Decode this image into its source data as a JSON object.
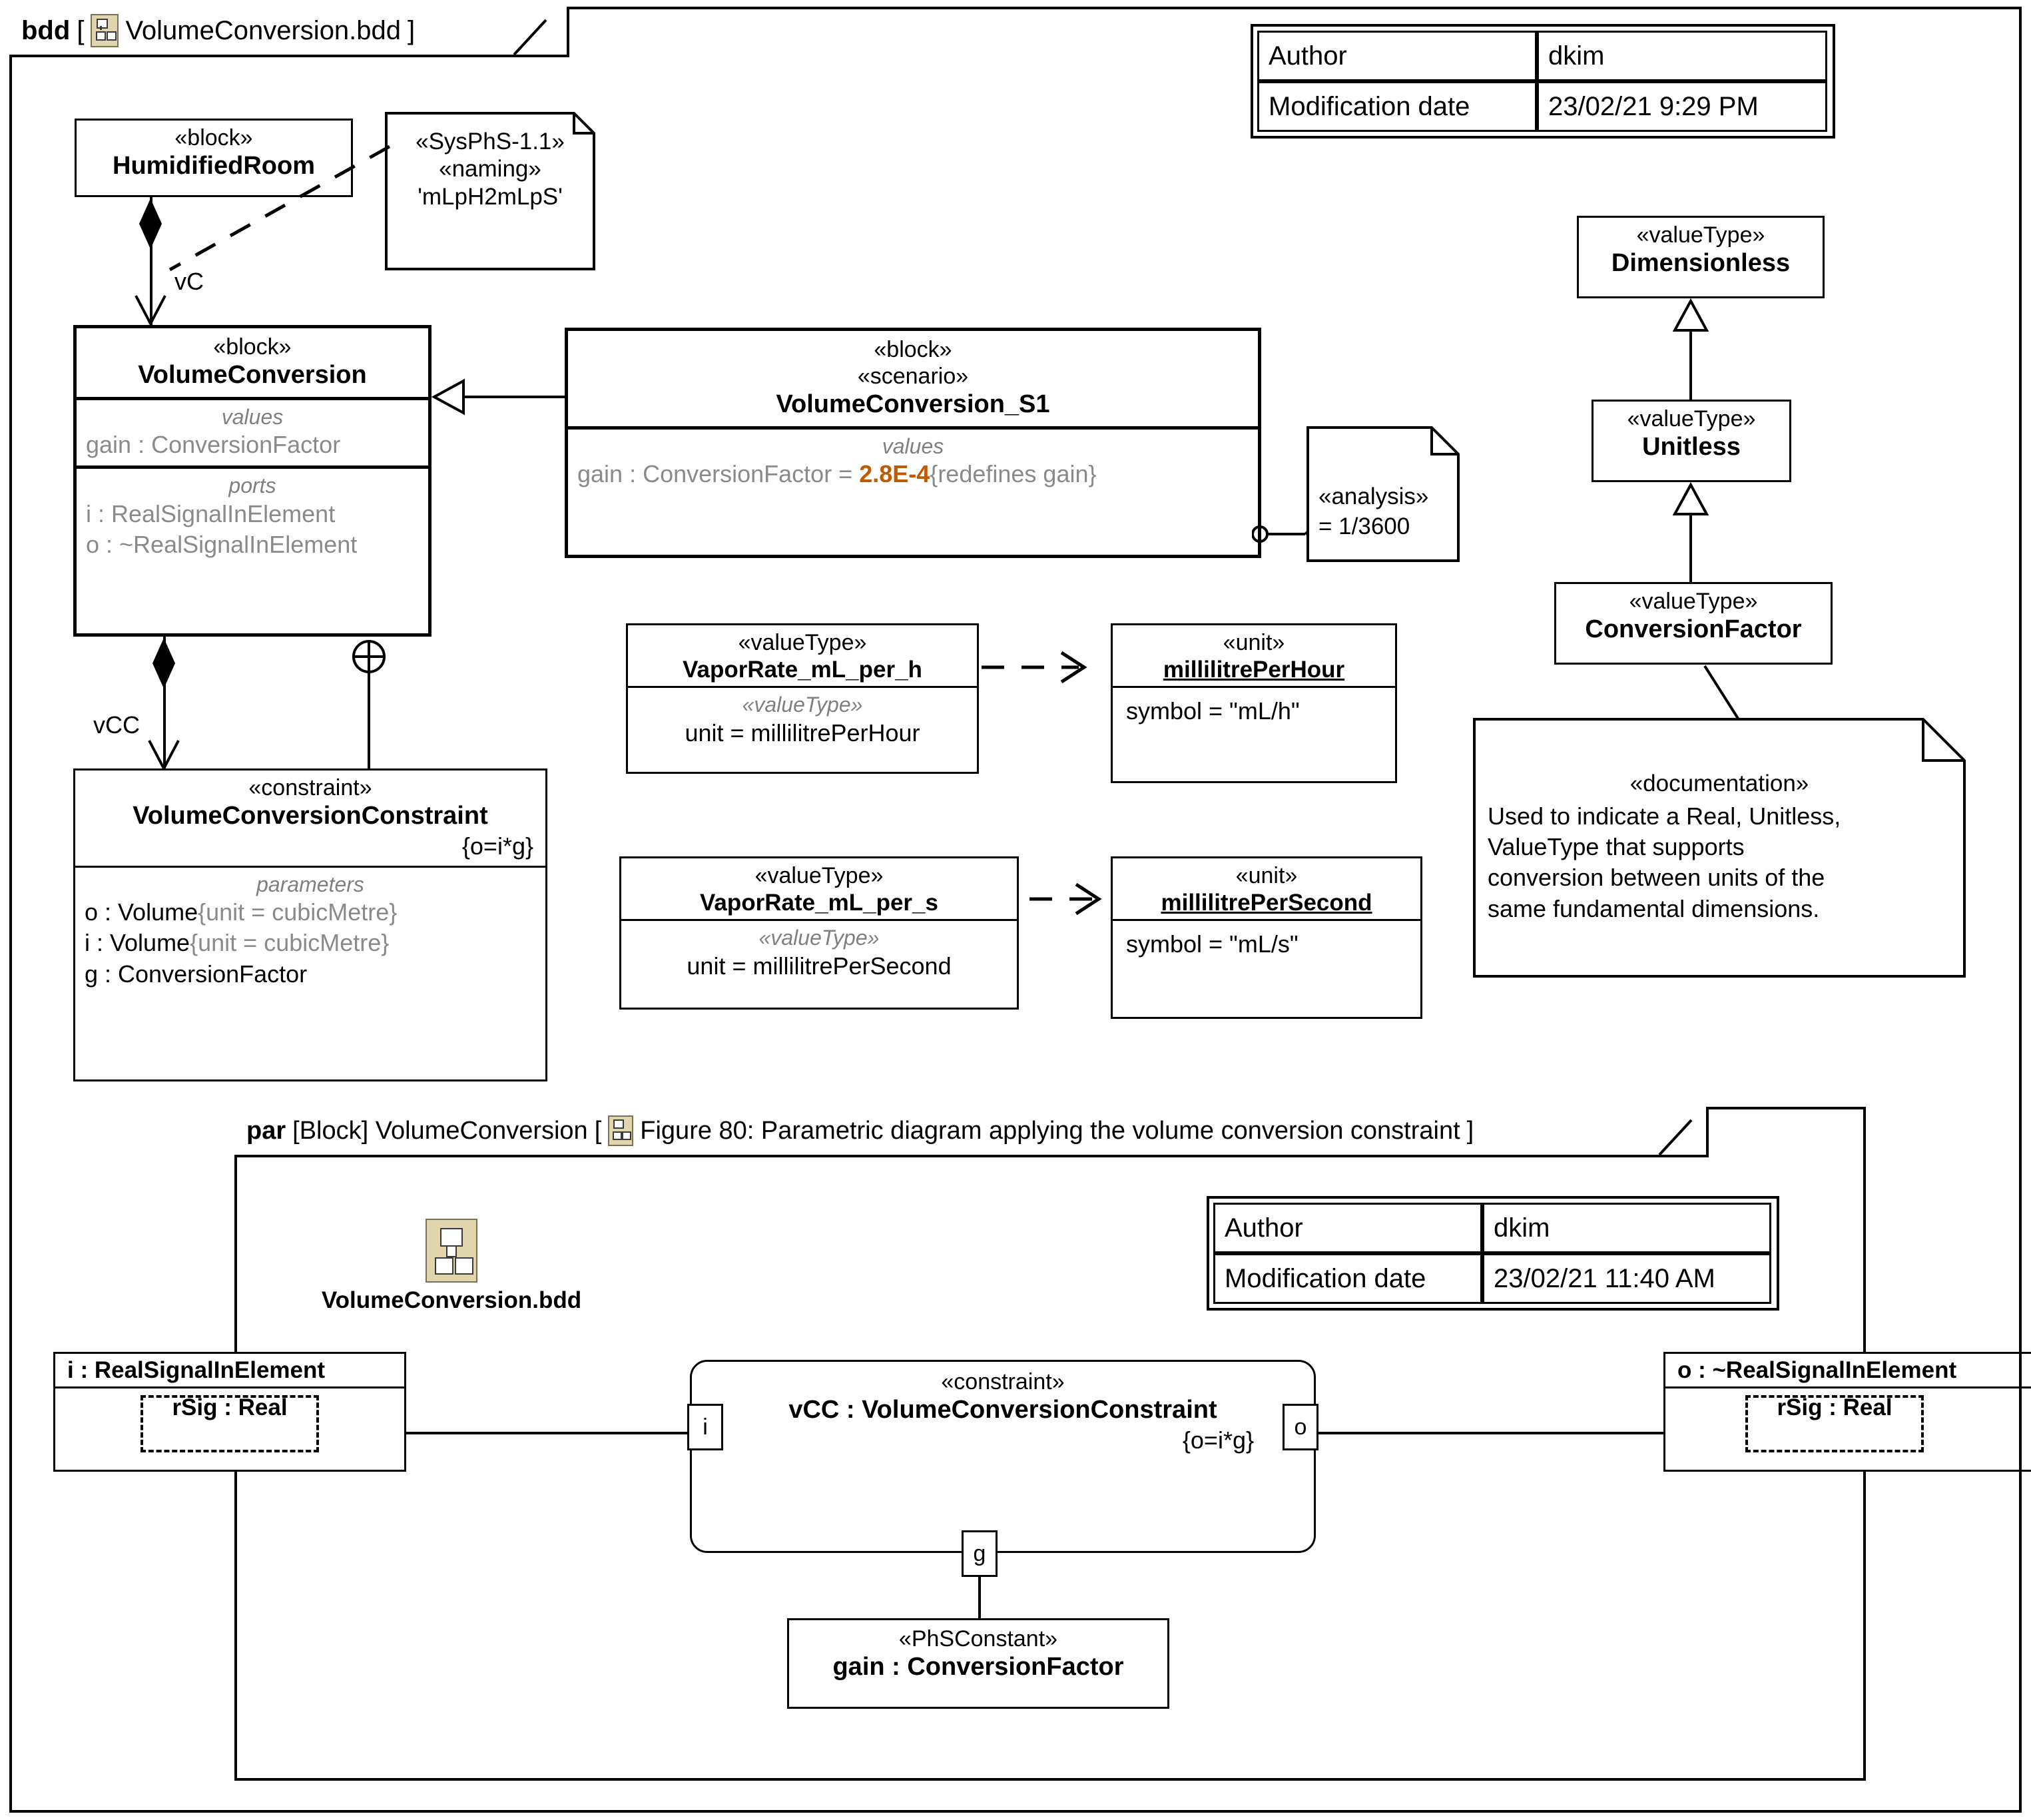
{
  "bdd_frame": {
    "kind": "bdd",
    "title": "VolumeConversion.bdd",
    "open_bracket": "[",
    "close_bracket": "]",
    "icon": "bdd-diagram-icon"
  },
  "bdd_meta_table": {
    "rows": [
      {
        "key": "Author",
        "value": "dkim"
      },
      {
        "key": "Modification date",
        "value": "23/02/21 9:29 PM"
      }
    ]
  },
  "blocks": {
    "humidified_room": {
      "stereotype": "«block»",
      "name": "HumidifiedRoom"
    },
    "volume_conversion": {
      "stereotype": "«block»",
      "name": "VolumeConversion",
      "values_label": "values",
      "values": [
        "gain : ConversionFactor"
      ],
      "ports_label": "ports",
      "ports": [
        "i : RealSignalInElement",
        "o : ~RealSignalInElement"
      ]
    },
    "volume_conversion_s1": {
      "stereotype1": "«block»",
      "stereotype2": "«scenario»",
      "name": "VolumeConversion_S1",
      "values_label": "values",
      "value_name": "gain : ConversionFactor = ",
      "value_number": "2.8E-4",
      "value_redefines": "{redefines gain}"
    },
    "volume_conversion_constraint": {
      "stereotype": "«constraint»",
      "name": "VolumeConversionConstraint",
      "expression": "{o=i*g}",
      "parameters_label": "parameters",
      "parameters": [
        {
          "name": "o : Volume",
          "unit": "{unit = cubicMetre}"
        },
        {
          "name": "i : Volume",
          "unit": "{unit = cubicMetre}"
        },
        {
          "name": "g : ConversionFactor",
          "unit": ""
        }
      ]
    }
  },
  "value_types": {
    "vapor_rate_h": {
      "stereotype": "«valueType»",
      "name": "VaporRate_mL_per_h",
      "compartment_label": "«valueType»",
      "feature": "unit = millilitrePerHour"
    },
    "vapor_rate_s": {
      "stereotype": "«valueType»",
      "name": "VaporRate_mL_per_s",
      "compartment_label": "«valueType»",
      "feature": "unit = millilitrePerSecond"
    },
    "dimensionless": {
      "stereotype": "«valueType»",
      "name": "Dimensionless"
    },
    "unitless": {
      "stereotype": "«valueType»",
      "name": "Unitless"
    },
    "conversion_factor": {
      "stereotype": "«valueType»",
      "name": "ConversionFactor"
    }
  },
  "units": {
    "millilitre_per_hour": {
      "stereotype": "«unit»",
      "name": "millilitrePerHour",
      "feature": "symbol = \"mL/h\""
    },
    "millilitre_per_second": {
      "stereotype": "«unit»",
      "name": "millilitrePerSecond",
      "feature": "symbol = \"mL/s\""
    }
  },
  "notes": {
    "naming": {
      "line1": "«SysPhS-1.1»",
      "line2": "«naming»",
      "line3": "'mLpH2mLpS'"
    },
    "analysis": {
      "line1": "«analysis»",
      "line2": "= 1/3600"
    },
    "documentation": {
      "stereotype": "«documentation»",
      "lines": [
        "Used to indicate a Real, Unitless,",
        "ValueType that supports",
        "conversion between units of the",
        "same fundamental dimensions."
      ]
    }
  },
  "edge_labels": {
    "vC": "vC",
    "vCC": "vCC"
  },
  "par_frame": {
    "kind": "par",
    "scope": "[Block] VolumeConversion",
    "open_bracket": "[",
    "title": "Figure 80: Parametric diagram applying the volume conversion constraint",
    "close_bracket": "]",
    "icon": "par-diagram-icon"
  },
  "par_meta_table": {
    "rows": [
      {
        "key": "Author",
        "value": "dkim"
      },
      {
        "key": "Modification date",
        "value": "23/02/21 11:40 AM"
      }
    ]
  },
  "par_diagram": {
    "bdd_ref": {
      "icon": "bdd-diagram-icon",
      "label": "VolumeConversion.bdd"
    },
    "in_port_block": {
      "header": "i : RealSignalInElement",
      "property": "rSig : Real"
    },
    "out_port_block": {
      "header": "o : ~RealSignalInElement",
      "property": "rSig : Real"
    },
    "constraint": {
      "stereotype": "«constraint»",
      "name": "vCC : VolumeConversionConstraint",
      "expression": "{o=i*g}",
      "ports": {
        "in": "i",
        "out": "o",
        "gain": "g"
      }
    },
    "constant": {
      "stereotype": "«PhSConstant»",
      "name": "gain : ConversionFactor"
    }
  },
  "colors": {
    "line": "#000000",
    "value_orange": "#C05A00",
    "grey_text": "#8a8a8a",
    "icon_fill": "#e0d5ac"
  }
}
